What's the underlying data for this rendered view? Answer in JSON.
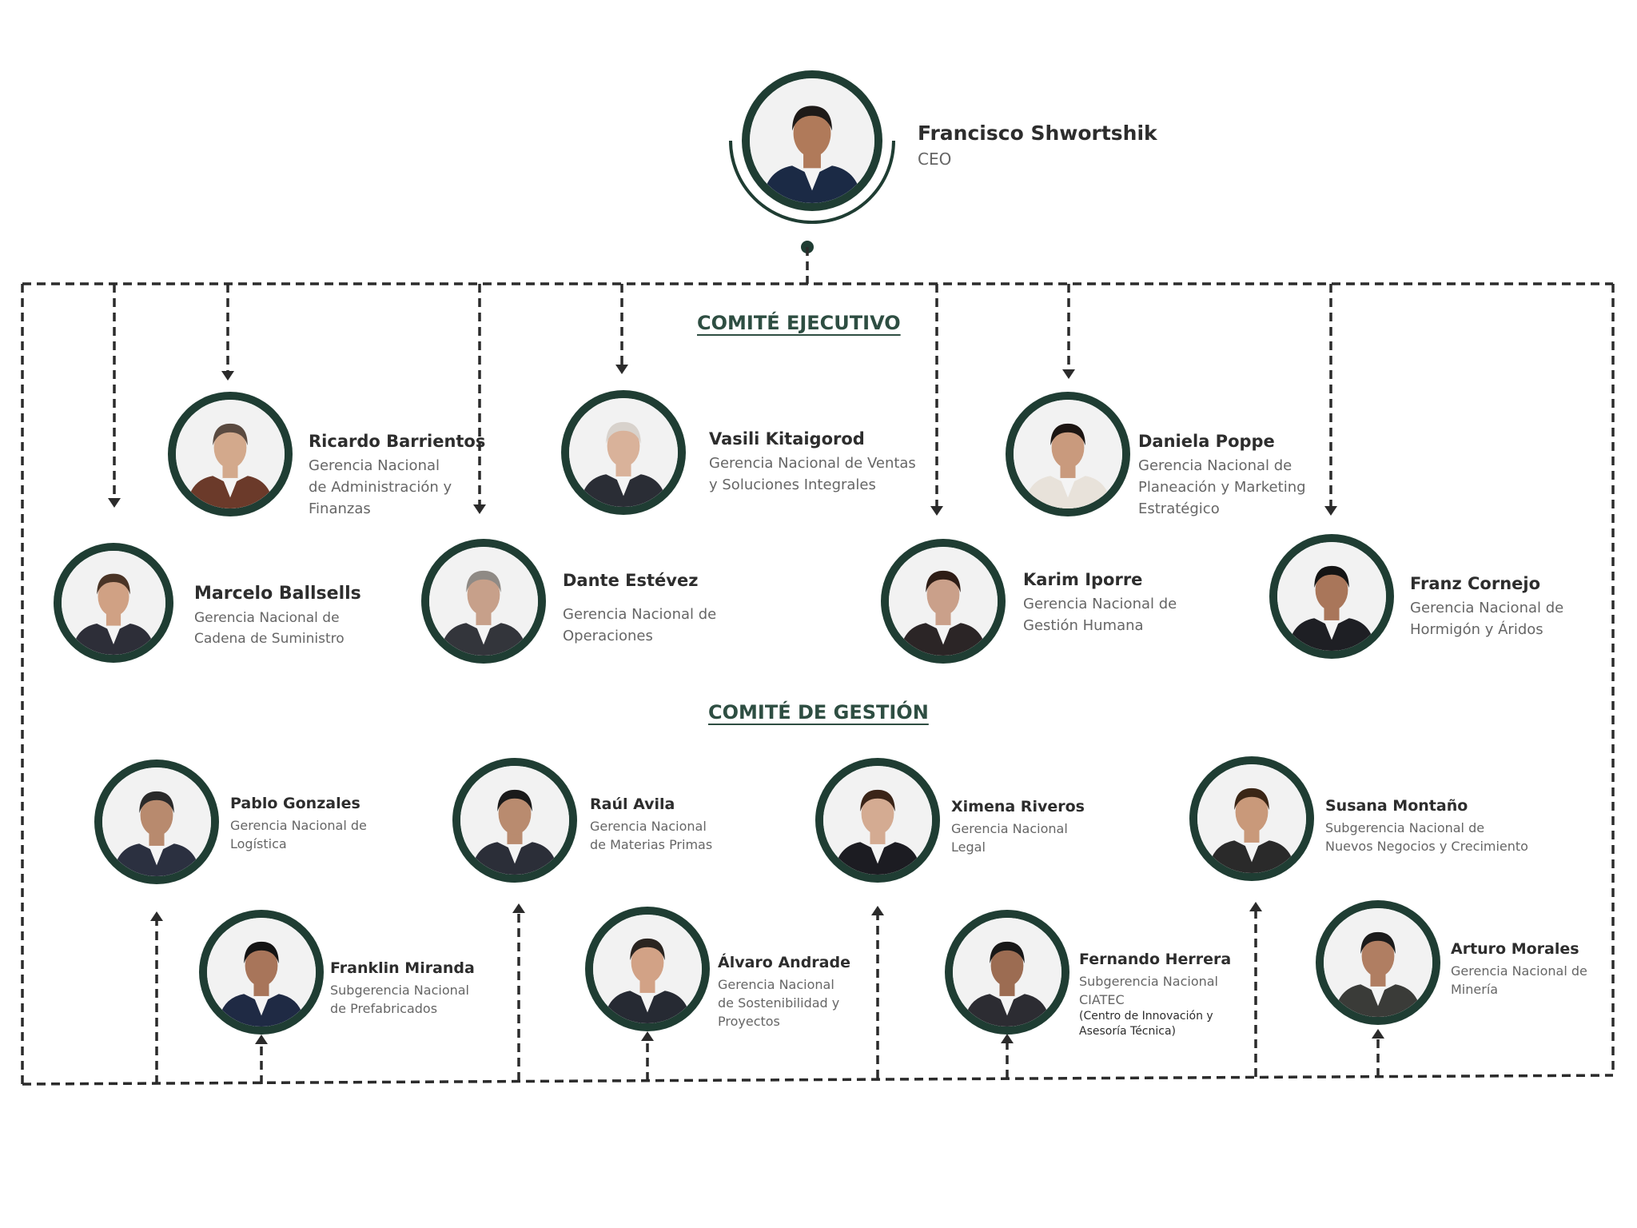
{
  "colors": {
    "accent": "#1f3d33",
    "line": "#2b2b2b",
    "title": "#2e4e42"
  },
  "ceo": {
    "name": "Francisco Shwortshik",
    "role": [
      "CEO"
    ],
    "suit": "#1b2a45",
    "skin": "#b07a5a",
    "hair": "#1e1a18"
  },
  "sections": {
    "executive": "COMITÉ EJECUTIVO",
    "management": "COMITÉ DE GESTIÓN"
  },
  "executive": [
    {
      "name": "Ricardo Barrientos",
      "role": [
        "Gerencia Nacional",
        "de Administración y",
        "Finanzas"
      ],
      "suit": "#6b3a2a",
      "skin": "#d3a98c",
      "hair": "#5a4a40"
    },
    {
      "name": "Vasili Kitaigorod",
      "role": [
        "Gerencia Nacional de Ventas",
        "y Soluciones Integrales"
      ],
      "suit": "#2a2d35",
      "skin": "#d9b29a",
      "hair": "#d8d2cc"
    },
    {
      "name": "Daniela Poppe",
      "role": [
        "Gerencia Nacional de",
        "Planeación y Marketing",
        "Estratégico"
      ],
      "suit": "#e8e2da",
      "skin": "#c99a7d",
      "hair": "#1c1512"
    },
    {
      "name": "Marcelo Ballsells",
      "role": [
        "Gerencia Nacional de",
        "Cadena de Suministro"
      ],
      "suit": "#2d2e38",
      "skin": "#d0a184",
      "hair": "#4a3426"
    },
    {
      "name": "Dante Estévez",
      "role": [
        "Gerencia Nacional de",
        "Operaciones"
      ],
      "suit": "#33353b",
      "skin": "#c7a08a",
      "hair": "#8f8a85"
    },
    {
      "name": "Karim Iporre",
      "role": [
        "Gerencia Nacional de",
        "Gestión Humana"
      ],
      "suit": "#2b2526",
      "skin": "#caa08a",
      "hair": "#2e1d16"
    },
    {
      "name": "Franz Cornejo",
      "role": [
        "Gerencia Nacional de",
        "Hormigón y Áridos"
      ],
      "suit": "#1e1f24",
      "skin": "#a9765a",
      "hair": "#141414"
    }
  ],
  "management": [
    {
      "name": "Pablo Gonzales",
      "role": [
        "Gerencia Nacional de",
        "Logística"
      ],
      "suit": "#2b3040",
      "skin": "#b88a6e",
      "hair": "#2a2a2a"
    },
    {
      "name": "Raúl Avila",
      "role": [
        "Gerencia Nacional",
        "de Materias Primas"
      ],
      "suit": "#2b2e38",
      "skin": "#b98b6f",
      "hair": "#1a1a1a"
    },
    {
      "name": "Ximena Riveros",
      "role": [
        "Gerencia Nacional",
        "Legal"
      ],
      "suit": "#1c1c22",
      "skin": "#d4ab92",
      "hair": "#3a2418"
    },
    {
      "name": "Susana Montaño",
      "role": [
        "Subgerencia Nacional de",
        "Nuevos Negocios y Crecimiento"
      ],
      "suit": "#2a2a2a",
      "skin": "#c9997a",
      "hair": "#3b2616"
    },
    {
      "name": "Franklin Miranda",
      "role": [
        "Subgerencia Nacional",
        "de Prefabricados"
      ],
      "suit": "#1f2a44",
      "skin": "#a8755a",
      "hair": "#141414"
    },
    {
      "name": "Álvaro Andrade",
      "role": [
        "Gerencia Nacional",
        "de Sostenibilidad y",
        "Proyectos"
      ],
      "suit": "#262a33",
      "skin": "#d2a286",
      "hair": "#2a2420"
    },
    {
      "name": "Fernando Herrera",
      "role": [
        "Subgerencia Nacional",
        "CIATEC",
        "(Centro de Innovación y",
        "Asesoría Técnica)"
      ],
      "suit": "#2c2c32",
      "skin": "#9c6c52",
      "hair": "#181818"
    },
    {
      "name": "Arturo Morales",
      "role": [
        "Gerencia Nacional de",
        "Minería"
      ],
      "suit": "#3a3b38",
      "skin": "#b07e62",
      "hair": "#1b1b1b"
    }
  ]
}
